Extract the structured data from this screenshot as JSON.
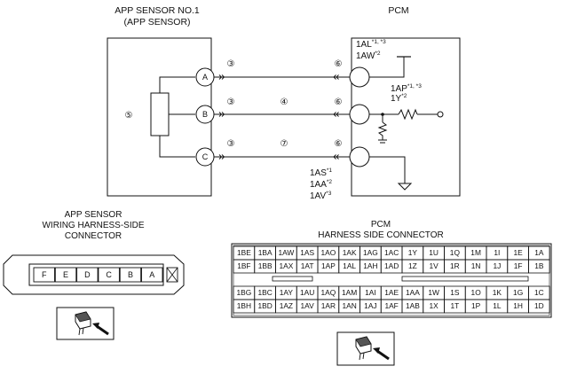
{
  "sensor": {
    "title1": "APP SENSOR NO.1",
    "title2": "(APP SENSOR)",
    "pins": [
      "A",
      "B",
      "C"
    ],
    "body_number": "⑤"
  },
  "pcm": {
    "title": "PCM",
    "t1": {
      "main": "1AL",
      "sup": "*1, *3"
    },
    "t2": {
      "main": "1AW",
      "sup": "*2"
    },
    "t3": {
      "main": "1AP",
      "sup": "*1, *3"
    },
    "t4": {
      "main": "1Y",
      "sup": "*2"
    },
    "t5": {
      "main": "1AS",
      "sup": "*1"
    },
    "t6": {
      "main": "1AA",
      "sup": "*2"
    },
    "t7": {
      "main": "1AV",
      "sup": "*3"
    }
  },
  "wire_numbers": {
    "sensor_side": [
      "③",
      "③",
      "③"
    ],
    "middle": [
      "④",
      "⑦"
    ],
    "pcm_side": [
      "⑥",
      "⑥",
      "⑥"
    ]
  },
  "app_connector": {
    "title1": "APP SENSOR",
    "title2": "WIRING HARNESS-SIDE",
    "title3": "CONNECTOR",
    "pins": [
      "F",
      "E",
      "D",
      "C",
      "B",
      "A"
    ]
  },
  "pcm_connector": {
    "title1": "PCM",
    "title2": "HARNESS SIDE CONNECTOR",
    "top_rows": [
      [
        "1BE",
        "1BA",
        "1AW",
        "1AS",
        "1AO",
        "1AK",
        "1AG",
        "1AC",
        "1Y",
        "1U",
        "1Q",
        "1M",
        "1I",
        "1E",
        "1A"
      ],
      [
        "1BF",
        "1BB",
        "1AX",
        "1AT",
        "1AP",
        "1AL",
        "1AH",
        "1AD",
        "1Z",
        "1V",
        "1R",
        "1N",
        "1J",
        "1F",
        "1B"
      ]
    ],
    "bottom_rows": [
      [
        "1BG",
        "1BC",
        "1AY",
        "1AU",
        "1AQ",
        "1AM",
        "1AI",
        "1AE",
        "1AA",
        "1W",
        "1S",
        "1O",
        "1K",
        "1G",
        "1C"
      ],
      [
        "1BH",
        "1BD",
        "1AZ",
        "1AV",
        "1AR",
        "1AN",
        "1AJ",
        "1AF",
        "1AB",
        "1X",
        "1T",
        "1P",
        "1L",
        "1H",
        "1D"
      ]
    ]
  }
}
